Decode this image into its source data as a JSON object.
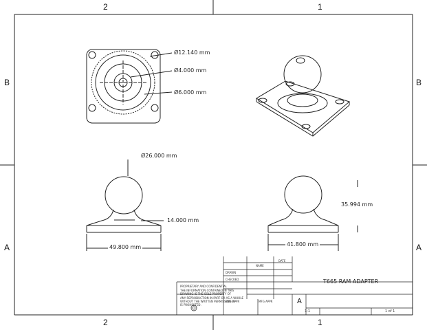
{
  "zones": {
    "top": [
      "2",
      "1"
    ],
    "bottom": [
      "2",
      "1"
    ],
    "left": [
      "B",
      "A"
    ],
    "right": [
      "B",
      "A"
    ]
  },
  "dimensions": {
    "d12": "Ø12.140 mm",
    "d4": "Ø4.000 mm",
    "d6": "Ø6.000 mm",
    "d26": "Ø26.000 mm",
    "h14": "14.000 mm",
    "w49": "49.800 mm",
    "h35": "35.994 mm",
    "w41": "41.800 mm"
  },
  "title_block": {
    "title": "T665 RAM ADAPTER",
    "size": "A",
    "scale": "1:1",
    "sheet": "1 of 1",
    "name_hdr": "NAME",
    "date_hdr": "DATE",
    "drawn": "DRAWN",
    "checked": "CHECKED",
    "eng_appr": "ENG APPR",
    "mfg_appr": "MFG APPR",
    "proprietary": "PROPRIETARY AND CONFIDENTIAL",
    "notice1": "THE INFORMATION CONTAINED IN THIS",
    "notice2": "DRAWING IS THE SOLE PROPERTY OF",
    "notice3": "ANY REPRODUCTION IN PART OR AS A WHOLE",
    "notice4": "WITHOUT THE WRITTEN PERMISSION OF",
    "notice5": "IS PROHIBITED."
  }
}
